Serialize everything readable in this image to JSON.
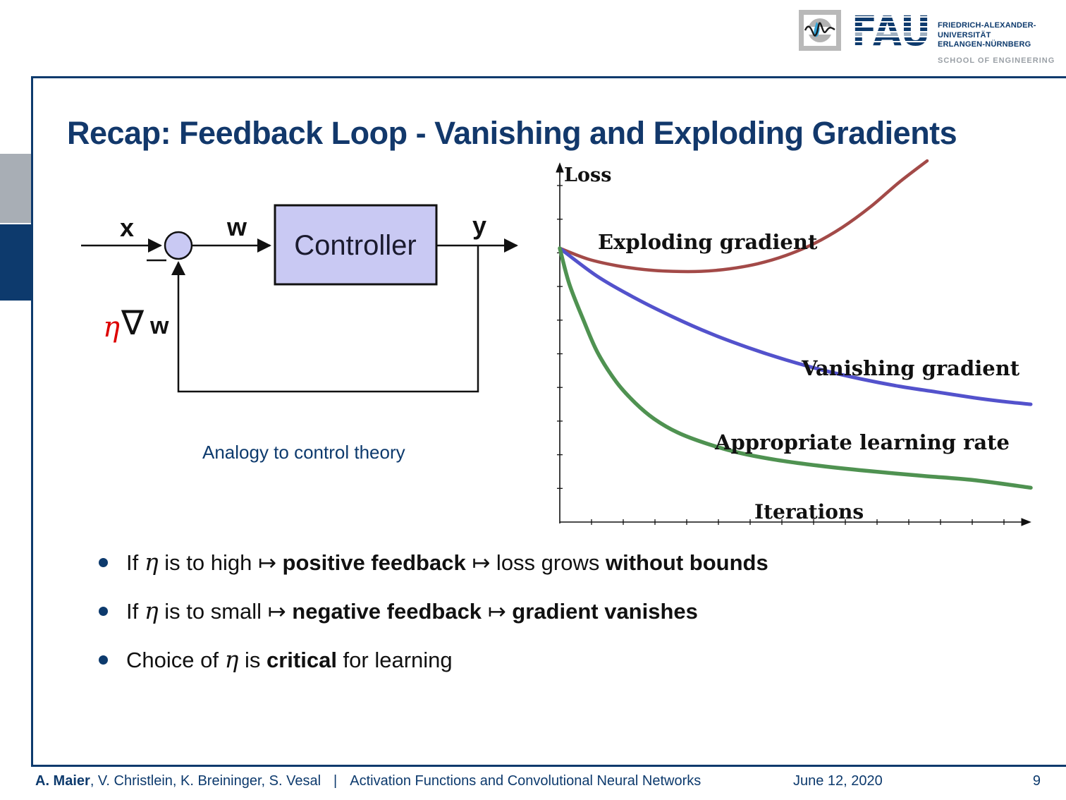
{
  "header": {
    "title": "Recap: Feedback Loop - Vanishing and Exploding Gradients",
    "logo": {
      "fau_letters": "FAU",
      "line1": "FRIEDRICH-ALEXANDER-",
      "line2": "UNIVERSITÄT",
      "line3": "ERLANGEN-NÜRNBERG",
      "school": "SCHOOL OF ENGINEERING"
    }
  },
  "diagram": {
    "input_label": "x",
    "weight_label": "w",
    "output_label": "y",
    "controller_label": "Controller",
    "feedback_eta": "η",
    "feedback_nabla": "∇",
    "feedback_w": "w",
    "caption": "Analogy to control theory",
    "box_fill": "#c9c9f3",
    "eta_color": "#dd0000"
  },
  "chart_data": {
    "type": "line",
    "title": "",
    "xlabel": "Iterations",
    "ylabel": "Loss",
    "x_range": [
      0,
      1
    ],
    "y_range": [
      0,
      1
    ],
    "grid": false,
    "legend_position": "inline-annotations",
    "axes_note": "qualitative sketch; unlabeled ticks; values normalized 0-1 (x = fraction of iterations axis, y = fraction of loss axis height)",
    "series": [
      {
        "name": "Exploding gradient",
        "color": "#a34a48",
        "points": [
          [
            0,
            0.758
          ],
          [
            0.06,
            0.728
          ],
          [
            0.12,
            0.71
          ],
          [
            0.18,
            0.699
          ],
          [
            0.24,
            0.694
          ],
          [
            0.3,
            0.694
          ],
          [
            0.36,
            0.701
          ],
          [
            0.42,
            0.715
          ],
          [
            0.48,
            0.738
          ],
          [
            0.54,
            0.771
          ],
          [
            0.6,
            0.816
          ],
          [
            0.66,
            0.873
          ],
          [
            0.72,
            0.94
          ],
          [
            0.78,
            1.0
          ]
        ]
      },
      {
        "name": "Vanishing gradient",
        "color": "#5352cc",
        "points": [
          [
            0,
            0.758
          ],
          [
            0.08,
            0.68
          ],
          [
            0.16,
            0.62
          ],
          [
            0.24,
            0.568
          ],
          [
            0.32,
            0.522
          ],
          [
            0.4,
            0.483
          ],
          [
            0.48,
            0.449
          ],
          [
            0.56,
            0.42
          ],
          [
            0.64,
            0.396
          ],
          [
            0.72,
            0.376
          ],
          [
            0.8,
            0.36
          ],
          [
            0.88,
            0.344
          ],
          [
            0.94,
            0.334
          ],
          [
            1.0,
            0.326
          ]
        ]
      },
      {
        "name": "Appropriate learning rate",
        "color": "#4f9251",
        "points": [
          [
            0,
            0.758
          ],
          [
            0.02,
            0.66
          ],
          [
            0.05,
            0.56
          ],
          [
            0.08,
            0.47
          ],
          [
            0.12,
            0.388
          ],
          [
            0.16,
            0.33
          ],
          [
            0.2,
            0.286
          ],
          [
            0.25,
            0.248
          ],
          [
            0.31,
            0.218
          ],
          [
            0.38,
            0.192
          ],
          [
            0.46,
            0.172
          ],
          [
            0.55,
            0.156
          ],
          [
            0.65,
            0.142
          ],
          [
            0.77,
            0.128
          ],
          [
            0.88,
            0.116
          ],
          [
            1.0,
            0.095
          ]
        ]
      }
    ]
  },
  "bullets": [
    {
      "segments": [
        {
          "t": "If "
        },
        {
          "t": "η",
          "s": "eta"
        },
        {
          "t": " is to high  "
        },
        {
          "t": "↦",
          "s": "map"
        },
        {
          "t": " "
        },
        {
          "t": "positive feedback",
          "s": "bold"
        },
        {
          "t": " "
        },
        {
          "t": "↦",
          "s": "map"
        },
        {
          "t": " loss grows "
        },
        {
          "t": "without bounds",
          "s": "bold"
        }
      ]
    },
    {
      "segments": [
        {
          "t": "If "
        },
        {
          "t": "η",
          "s": "eta"
        },
        {
          "t": " is to small "
        },
        {
          "t": "↦",
          "s": "map"
        },
        {
          "t": " "
        },
        {
          "t": "negative feedback",
          "s": "bold"
        },
        {
          "t": " "
        },
        {
          "t": "↦",
          "s": "map"
        },
        {
          "t": " "
        },
        {
          "t": "gradient vanishes",
          "s": "bold"
        }
      ]
    },
    {
      "segments": [
        {
          "t": "Choice of "
        },
        {
          "t": "η",
          "s": "eta"
        },
        {
          "t": " is "
        },
        {
          "t": "critical",
          "s": "bold"
        },
        {
          "t": " for learning"
        }
      ]
    }
  ],
  "footer": {
    "authors_bold": "A. Maier",
    "authors_rest": ", V. Christlein, K. Breininger, S. Vesal",
    "separator": "|",
    "course": "Activation Functions and Convolutional Neural Networks",
    "date": "June 12, 2020",
    "page": "9"
  },
  "colors": {
    "navy": "#0d3a6d",
    "title_blue": "#12386b",
    "tab_gray": "#a8aeb5",
    "diagram_box_fill": "#c9c9f3",
    "exploding_red": "#a34a48",
    "vanishing_blue": "#5352cc",
    "appropriate_green": "#4f9251",
    "school_gray": "#9aa0a6"
  }
}
